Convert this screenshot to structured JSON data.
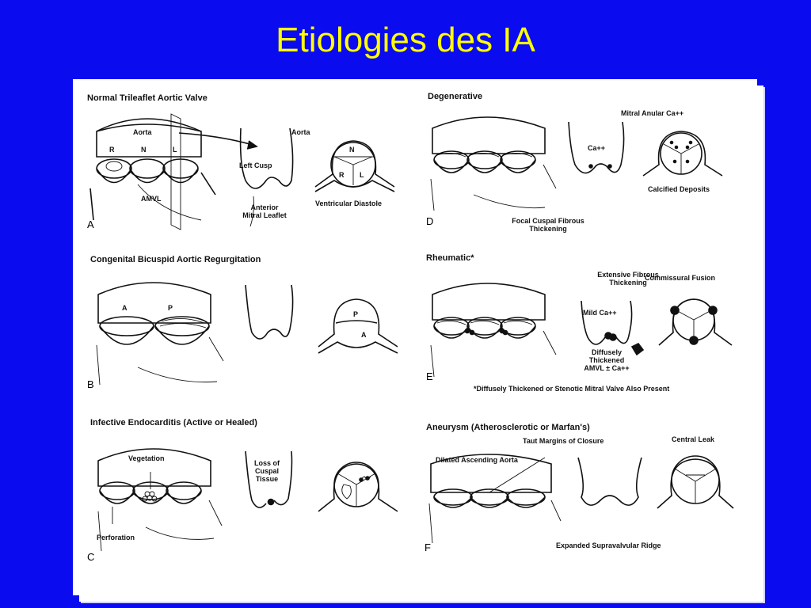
{
  "slide": {
    "title": "Etiologies des IA"
  },
  "panels": {
    "A": {
      "letter": "A",
      "title": "Normal Trileaflet Aortic Valve",
      "labels": {
        "aorta": "Aorta",
        "r": "R",
        "n": "N",
        "l": "L",
        "amvl": "AMVL",
        "aorta2": "Aorta",
        "left_cusp": "Left Cusp",
        "anterior_mitral_leaflet": "Anterior Mitral Leaflet",
        "ventricular_diastole": "Ventricular Diastole",
        "n2": "N",
        "r2": "R",
        "l2": "L"
      }
    },
    "B": {
      "letter": "B",
      "title": "Congenital Bicuspid Aortic Regurgitation",
      "labels": {
        "a": "A",
        "p": "P",
        "p2": "P",
        "a2": "A"
      }
    },
    "C": {
      "letter": "C",
      "title": "Infective Endocarditis (Active or Healed)",
      "labels": {
        "vegetation": "Vegetation",
        "perforation": "Perforation",
        "loss_of_cuspal_tissue": "Loss of Cuspal Tissue"
      }
    },
    "D": {
      "letter": "D",
      "title": "Degenerative",
      "labels": {
        "mitral_anular_ca": "Mitral Anular Ca++",
        "ca": "Ca++",
        "calcified_deposits": "Calcified Deposits",
        "focal_cuspal_fibrous_thickening": "Focal Cuspal Fibrous Thickening"
      }
    },
    "E": {
      "letter": "E",
      "title": "Rheumatic*",
      "labels": {
        "extensive_fibrous_thickening": "Extensive Fibrous Thickening",
        "commissural_fusion": "Commissural Fusion",
        "mild_ca": "Mild Ca++",
        "diffusely_thickened_amvl": "Diffusely Thickened AMVL ± Ca++",
        "footnote": "*Diffusely Thickened or Stenotic Mitral Valve Also Present"
      }
    },
    "F": {
      "letter": "F",
      "title": "Aneurysm (Atherosclerotic or Marfan's)",
      "labels": {
        "taut_margins": "Taut Margins of Closure",
        "central_leak": "Central Leak",
        "dilated_ascending_aorta": "Dilated Ascending Aorta",
        "expanded_supravalvular_ridge": "Expanded Supravalvular Ridge"
      }
    }
  }
}
